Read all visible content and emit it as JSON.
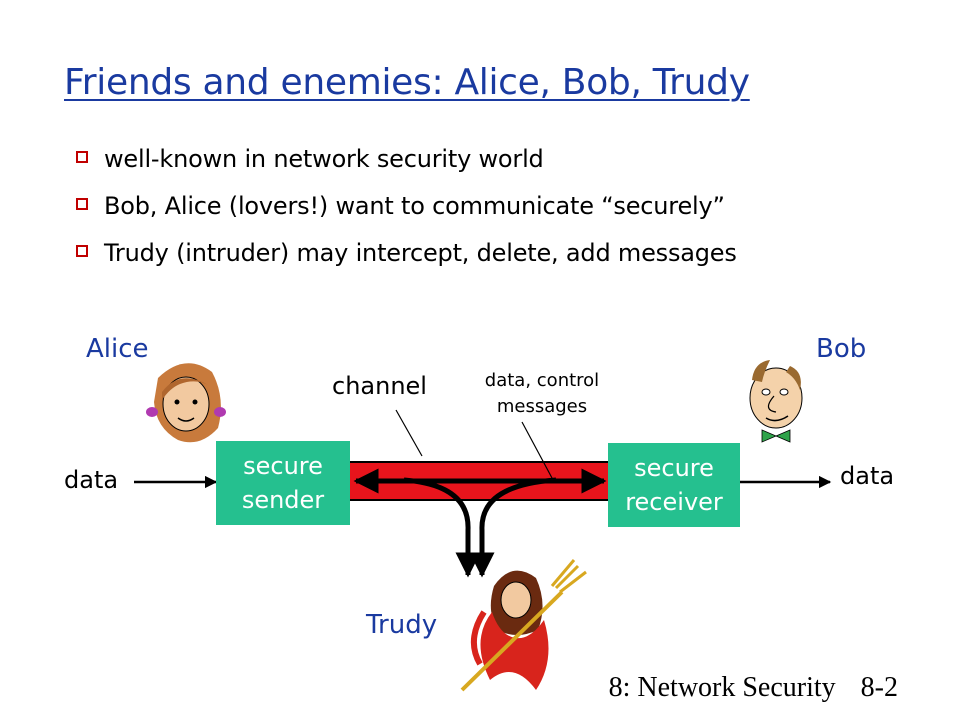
{
  "slide": {
    "title": "Friends and enemies: Alice, Bob, Trudy",
    "bullets": [
      "well-known in network security world",
      "Bob, Alice (lovers!) want to communicate “securely”",
      "Trudy (intruder) may intercept, delete, add messages"
    ],
    "footer": {
      "chapter": "8: Network Security",
      "page": "8-2"
    }
  },
  "diagram": {
    "alice_label": "Alice",
    "bob_label": "Bob",
    "trudy_label": "Trudy",
    "channel_label": "channel",
    "messages_label_line1": "data, control",
    "messages_label_line2": "messages",
    "sender_line1": "secure",
    "sender_line2": "sender",
    "receiver_line1": "secure",
    "receiver_line2": "receiver",
    "data_in_label": "data",
    "data_out_label": "data",
    "colors": {
      "title": "#1a3aa0",
      "bullet_box": "#c00000",
      "node_fill": "#25c08f",
      "channel_fill": "#e8141c"
    }
  }
}
